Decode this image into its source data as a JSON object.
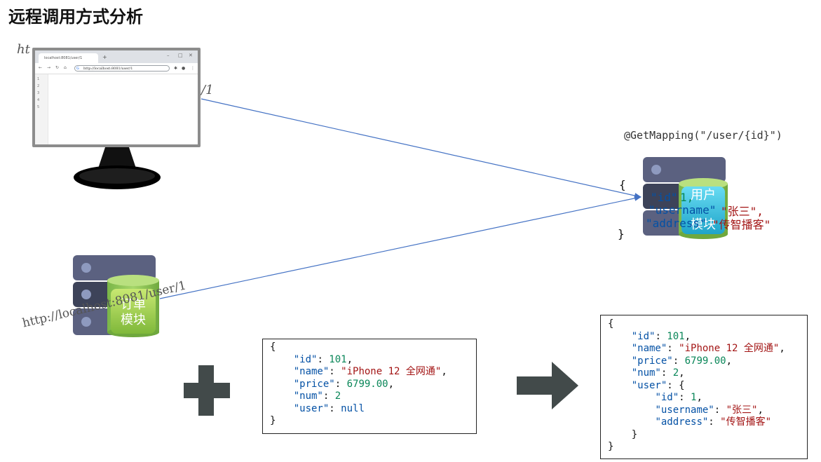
{
  "title": "远程调用方式分析",
  "browser": {
    "tab_title": "localhost:8081/user/1",
    "tab_plus": "+",
    "win_controls": [
      "–",
      "□",
      "✕"
    ],
    "url": "http://localhost:8081/user/1",
    "line_numbers": [
      "1",
      "2",
      "3",
      "4",
      "5"
    ],
    "nav_icons": [
      "arrow-left-icon",
      "arrow-right-icon",
      "reload-icon",
      "home-icon"
    ]
  },
  "labels": {
    "ht_left": "ht",
    "ht_right": "/1",
    "url_diagonal": "http://localhost:8081/user/1",
    "get_mapping": "@GetMapping(\"/user/{id}\")"
  },
  "modules": {
    "order": "订单模块",
    "order_line1": "订单",
    "order_line2": "模块",
    "user_line1": "用户",
    "user_line2": "模块"
  },
  "user_overlay": {
    "open": "{",
    "close": "}",
    "id_key": "\"id\"",
    "id_val": "1,",
    "username_key": "\"username\"",
    "username_val": "\"张三\",",
    "address_key": "\"address\"",
    "address_val": "\"传智播客\""
  },
  "order_json": {
    "open": "{",
    "close": "}",
    "id_key": "\"id\"",
    "id_val": "101",
    "name_key": "\"name\"",
    "name_val": "\"iPhone 12 全网通\"",
    "price_key": "\"price\"",
    "price_val": "6799.00",
    "num_key": "\"num\"",
    "num_val": "2",
    "user_key": "\"user\"",
    "user_val": "null"
  },
  "result_json": {
    "open": "{",
    "close": "}",
    "id_key": "\"id\"",
    "id_val": "101",
    "name_key": "\"name\"",
    "name_val": "\"iPhone 12 全网通\"",
    "price_key": "\"price\"",
    "price_val": "6799.00",
    "num_key": "\"num\"",
    "num_val": "2",
    "user_key": "\"user\"",
    "user_open": "{",
    "user_close": "}",
    "uid_key": "\"id\"",
    "uid_val": "1",
    "uname_key": "\"username\"",
    "uname_val": "\"张三\"",
    "uaddr_key": "\"address\"",
    "uaddr_val": "\"传智播客\""
  },
  "colors": {
    "arrow_line": "#4472c4",
    "plus_arrow": "#424a4a",
    "server_light": "#5b6180",
    "server_dark": "#3d4359",
    "db_green": "#8cc152",
    "db_cyan": "#3fc7e8",
    "json_key": "#0451a5",
    "json_string": "#a31515",
    "json_number": "#098658"
  }
}
